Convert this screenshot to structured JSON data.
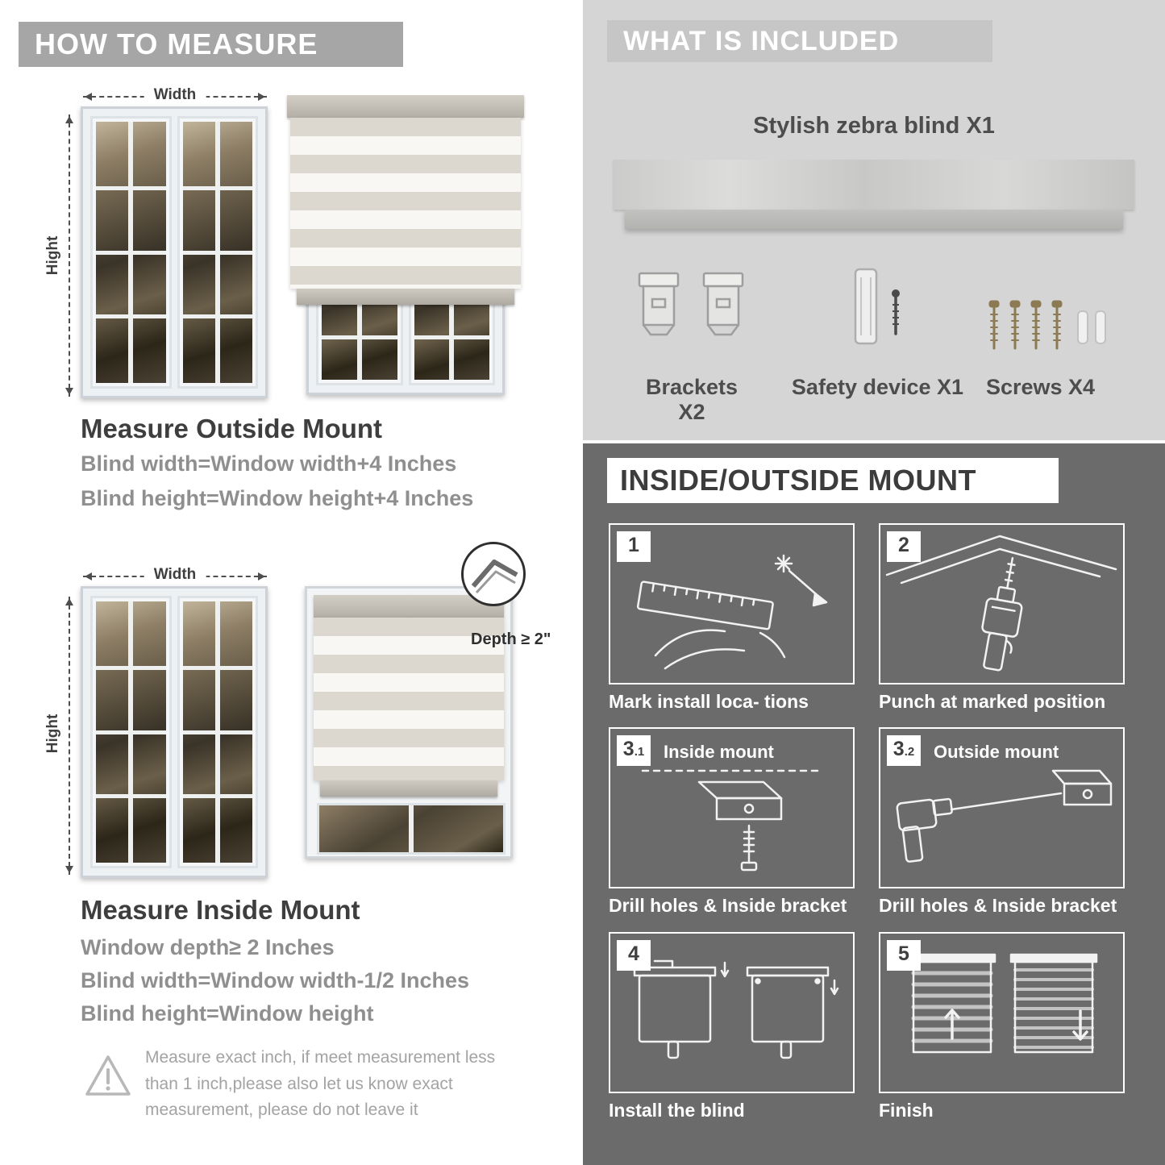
{
  "colors": {
    "left_header_bg": "#a6a6a6",
    "included_panel_bg": "#d5d5d5",
    "included_band_bg": "#c6c6c6",
    "mount_panel_bg": "#6b6b6b",
    "heading_text": "#3e3e3e",
    "body_gray_text": "#8f8f8f",
    "blind_stripe": "#dcd8cf",
    "caption_text": "#ffffff"
  },
  "left": {
    "header": "HOW TO MEASURE",
    "outside": {
      "width_label": "Width",
      "height_label": "Hight",
      "title": "Measure Outside Mount",
      "line1": "Blind width=Window width+4 Inches",
      "line2": "Blind height=Window height+4 Inches"
    },
    "inside": {
      "width_label": "Width",
      "height_label": "Hight",
      "depth_label": "Depth ≥ 2\"",
      "title": "Measure Inside Mount",
      "line1": "Window depth≥ 2 Inches",
      "line2": "Blind width=Window width-1/2 Inches",
      "line3": "Blind height=Window height"
    },
    "note": "Measure exact inch, if meet measurement less than 1 inch,please also let us know exact measurement, please do not leave it"
  },
  "included": {
    "header": "WHAT IS INCLUDED",
    "product": "Stylish zebra blind X1",
    "items": [
      {
        "label": "Brackets X2"
      },
      {
        "label": "Safety device X1"
      },
      {
        "label": "Screws X4"
      }
    ]
  },
  "mount": {
    "header": "INSIDE/OUTSIDE MOUNT",
    "steps": [
      {
        "num": "1",
        "caption": "Mark install loca- tions"
      },
      {
        "num": "2",
        "caption": "Punch at  marked position"
      },
      {
        "num": "3",
        "sub": ".1",
        "label": "Inside mount",
        "caption": "Drill holes &  Inside bracket"
      },
      {
        "num": "3",
        "sub": ".2",
        "label": "Outside mount",
        "caption": "Drill holes &  Inside bracket"
      },
      {
        "num": "4",
        "caption": "Install the blind"
      },
      {
        "num": "5",
        "caption": "Finish"
      }
    ]
  }
}
